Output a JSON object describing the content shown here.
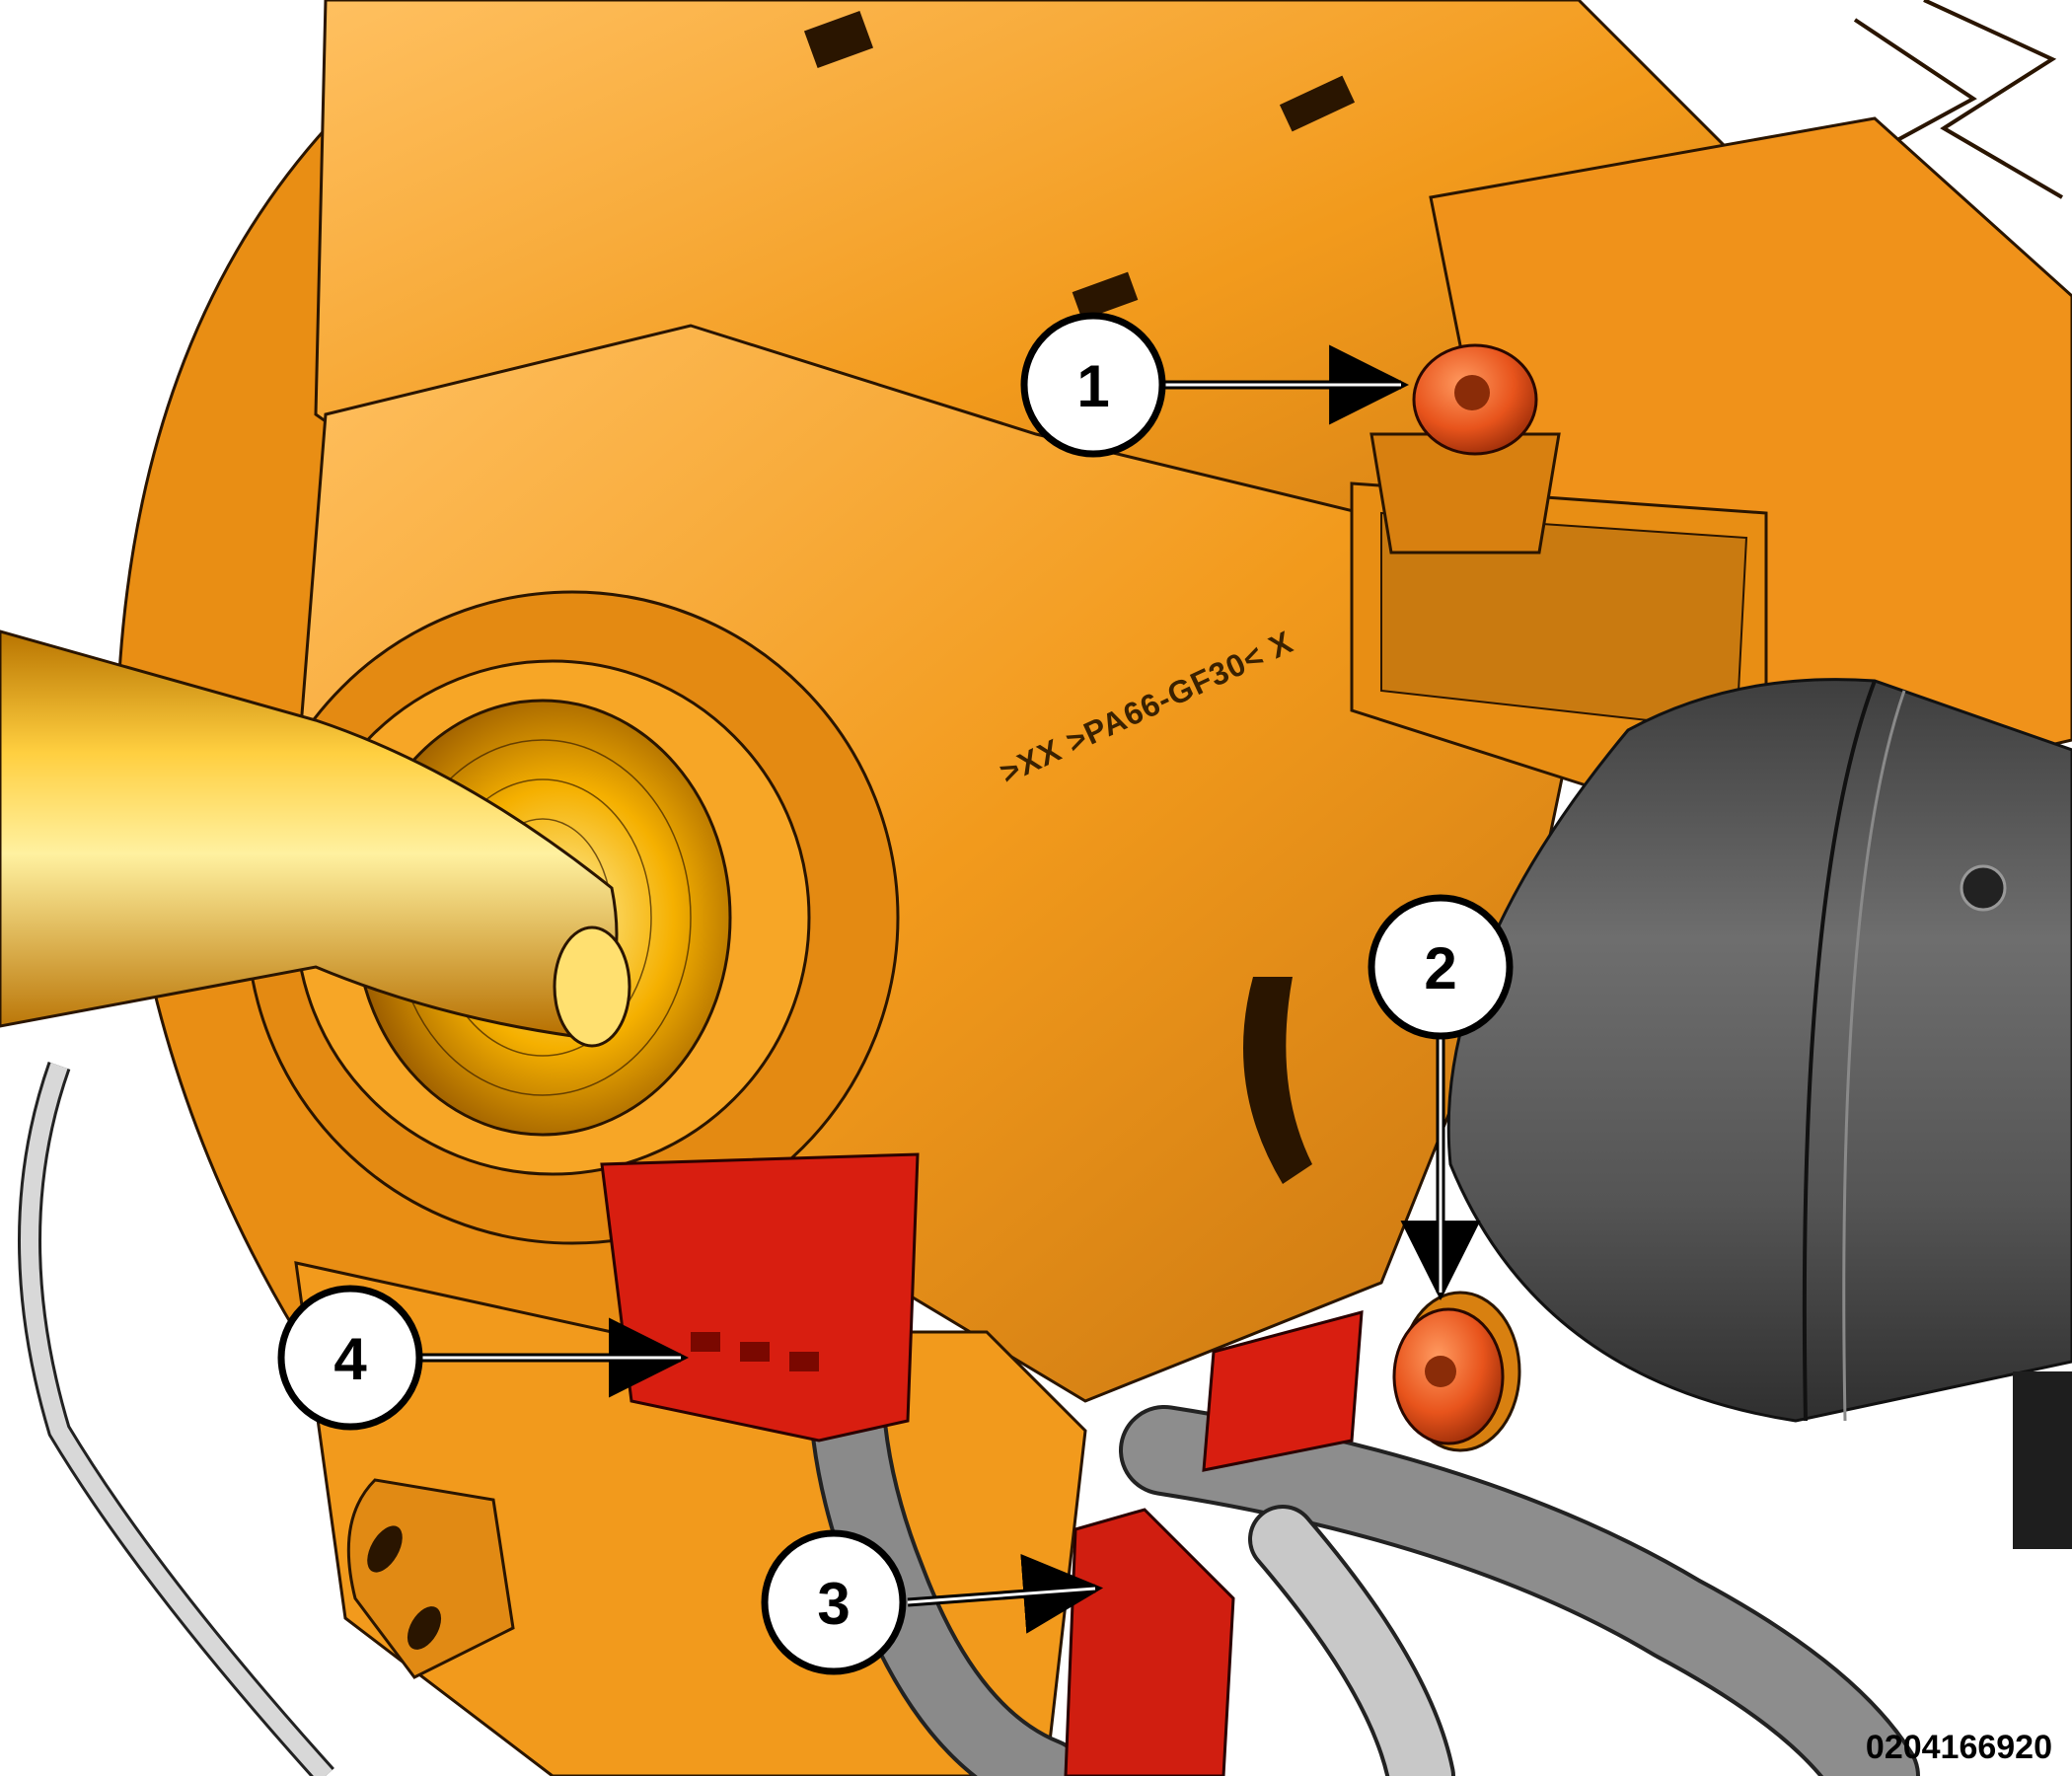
{
  "figure": {
    "id": "0204166920",
    "embossed_marking": ">XX >PA66-GF30< X"
  },
  "callouts": [
    {
      "number": "1",
      "target": "upper-screw"
    },
    {
      "number": "2",
      "target": "lower-screw"
    },
    {
      "number": "3",
      "target": "red-connector-bottom"
    },
    {
      "number": "4",
      "target": "red-connector-left"
    }
  ],
  "colors": {
    "housing": "#f29a1c",
    "housing_dark": "#b86a08",
    "screw": "#e8541c",
    "connector": "#d81e10",
    "steering_column": "#5a5a5a",
    "cable": "#8a8a8a",
    "shaft": "#ffb400"
  }
}
